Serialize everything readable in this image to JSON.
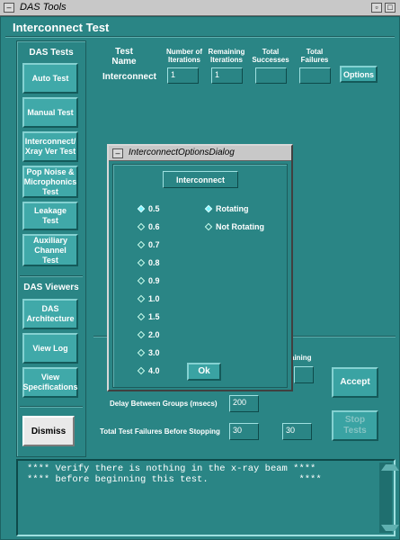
{
  "window": {
    "title": "DAS Tools"
  },
  "page": {
    "title": "Interconnect Test"
  },
  "sidebar": {
    "tests_header": "DAS Tests",
    "tests": [
      {
        "label": "Auto Test"
      },
      {
        "label": "Manual Test"
      },
      {
        "label": "Interconnect/ Xray Ver Test"
      },
      {
        "label": "Pop Noise & Microphonics Test"
      },
      {
        "label": "Leakage Test"
      },
      {
        "label": "Auxiliary Channel Test"
      }
    ],
    "viewers_header": "DAS Viewers",
    "viewers": [
      {
        "label": "DAS Architecture"
      },
      {
        "label": "View Log"
      },
      {
        "label": "View Specifications"
      }
    ],
    "dismiss_label": "Dismiss"
  },
  "table": {
    "headers": {
      "test_name": "Test Name",
      "iterations": "Number of Iterations",
      "remaining": "Remaining Iterations",
      "successes": "Total Successes",
      "failures": "Total Failures"
    },
    "row": {
      "name": "Interconnect",
      "iterations": "1",
      "remaining": "1",
      "successes": "",
      "failures": ""
    },
    "options_label": "Options"
  },
  "bottom": {
    "remaining_partial": "aining",
    "delay_label": "Delay Between Groups (msecs)",
    "delay_value": "200",
    "failures_label": "Total Test Failures Before Stopping",
    "failures_value1": "30",
    "failures_value2": "30",
    "accept_label": "Accept",
    "stop_label": "Stop Tests"
  },
  "console": {
    "line1": "**** Verify there is nothing in the x-ray beam ****",
    "line2": "**** before beginning this test.                ****"
  },
  "dialog": {
    "title": "InterconnectOptionsDialog",
    "heading": "Interconnect",
    "values": [
      "0.5",
      "0.6",
      "0.7",
      "0.8",
      "0.9",
      "1.0",
      "1.5",
      "2.0",
      "3.0",
      "4.0"
    ],
    "selected_value": "0.5",
    "rotation": [
      "Rotating",
      "Not Rotating"
    ],
    "selected_rotation": "Rotating",
    "ok_label": "Ok"
  },
  "colors": {
    "background": "#2a8585",
    "selected": "#7df4ff"
  }
}
